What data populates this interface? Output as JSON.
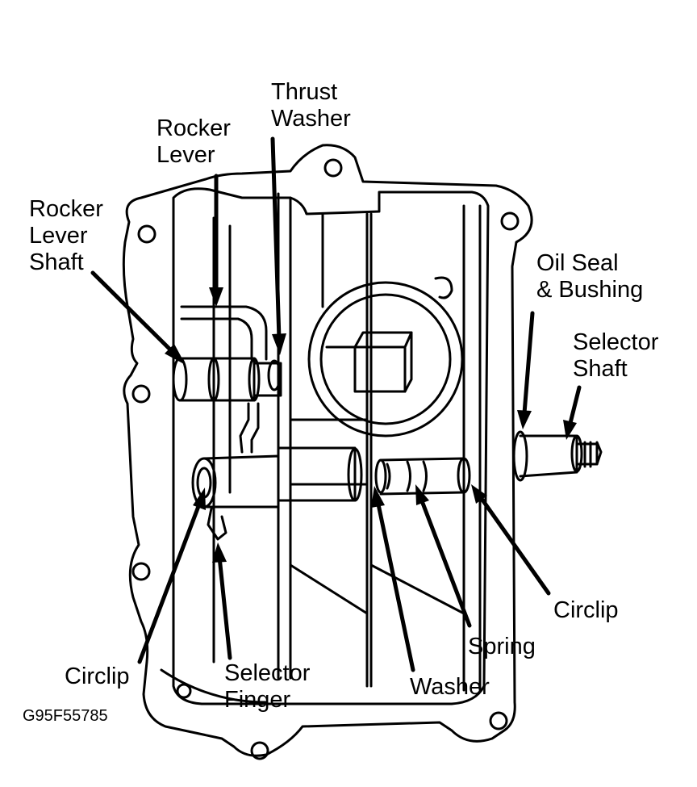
{
  "diagram": {
    "labels": {
      "rocker_lever_shaft": [
        "Rocker",
        "Lever",
        "Shaft"
      ],
      "rocker_lever": [
        "Rocker",
        "Lever"
      ],
      "thrust_washer": [
        "Thrust",
        "Washer"
      ],
      "oil_seal_bushing": [
        "Oil Seal",
        "& Bushing"
      ],
      "selector_shaft": [
        "Selector",
        "Shaft"
      ],
      "circlip_right": [
        "Circlip"
      ],
      "spring": [
        "Spring"
      ],
      "washer": [
        "Washer"
      ],
      "circlip_left": [
        "Circlip"
      ],
      "selector_finger": [
        "Selector",
        "Finger"
      ]
    },
    "figure_code": "G95F55785"
  }
}
